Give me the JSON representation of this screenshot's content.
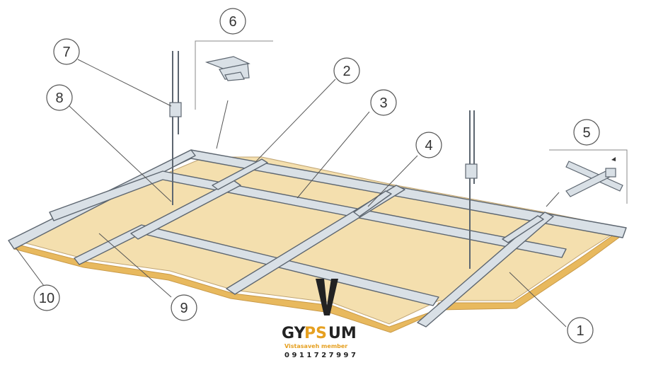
{
  "diagram": {
    "callouts": [
      {
        "id": "1",
        "label": "1"
      },
      {
        "id": "2",
        "label": "2"
      },
      {
        "id": "3",
        "label": "3"
      },
      {
        "id": "4",
        "label": "4"
      },
      {
        "id": "5",
        "label": "5"
      },
      {
        "id": "6",
        "label": "6"
      },
      {
        "id": "7",
        "label": "7"
      },
      {
        "id": "8",
        "label": "8"
      },
      {
        "id": "9",
        "label": "9"
      },
      {
        "id": "10",
        "label": "10"
      }
    ]
  },
  "logo": {
    "letter": "V",
    "word_part1": "GY",
    "word_part2": "PS",
    "word_part3": "UM",
    "tagline": "Vistasaveh member",
    "phone": "0 9 1 1 7 2 7 9 9 7"
  },
  "colors": {
    "panel": "#f4dfae",
    "panel_edge": "#e8b95e",
    "frame_fill": "#d9e0e6",
    "frame_stroke": "#5d6670",
    "callout_stroke": "#555555",
    "logo_dark": "#222222",
    "logo_accent": "#e6a020"
  }
}
